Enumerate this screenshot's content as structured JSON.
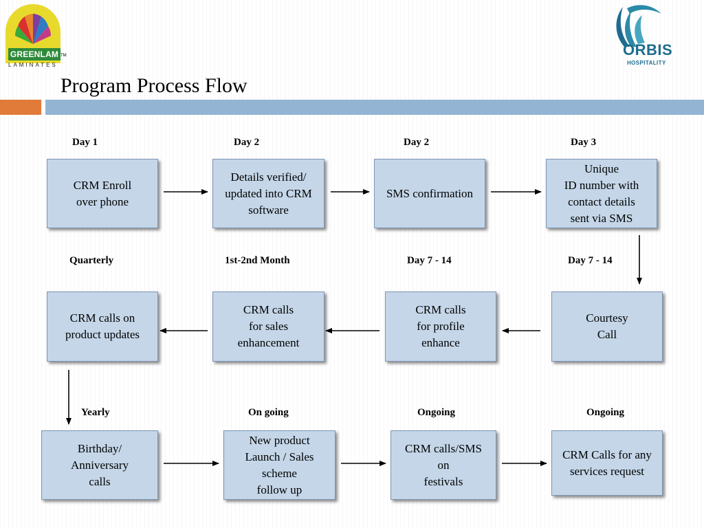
{
  "header": {
    "title": "Program Process Flow",
    "logo_left": {
      "word": "GREENLAM",
      "tm": "TM",
      "sub": "LAMINATES"
    },
    "logo_right": {
      "word": "ORBIS",
      "sub": "HOSPITALITY"
    }
  },
  "labels": {
    "day1": "Day 1",
    "day2a": "Day 2",
    "day2b": "Day 2",
    "day3": "Day 3",
    "quarterly": "Quarterly",
    "month": "1st-2nd  Month",
    "day714a": "Day 7 - 14",
    "day714b": "Day 7 - 14",
    "yearly": "Yearly",
    "ongoing1": "On going",
    "ongoing2": "Ongoing",
    "ongoing3": "Ongoing"
  },
  "boxes": {
    "crm_enroll": "CRM Enroll\nover phone",
    "details_verified": "Details verified/\nupdated  into CRM\nsoftware",
    "sms_confirmation": "SMS confirmation",
    "unique_id": "Unique\nID number  with\ncontact details\nsent via SMS",
    "crm_product_updates": "CRM calls on\nproduct updates",
    "crm_sales": "CRM calls\nfor sales\nenhancement",
    "crm_profile": "CRM calls\nfor  profile\nenhance",
    "courtesy_call": "Courtesy\nCall",
    "birthday": "Birthday/\nAnniversary\ncalls",
    "new_product": "New product\nLaunch / Sales\nscheme\nfollow up",
    "crm_festivals": "CRM calls/SMS\non\nfestivals",
    "crm_services": "CRM Calls for any\nservices request"
  },
  "colors": {
    "box_fill": "#c4d6e8",
    "box_border": "#7d94b4",
    "bar_orange": "#e07b39",
    "bar_blue": "#93b4d3"
  }
}
